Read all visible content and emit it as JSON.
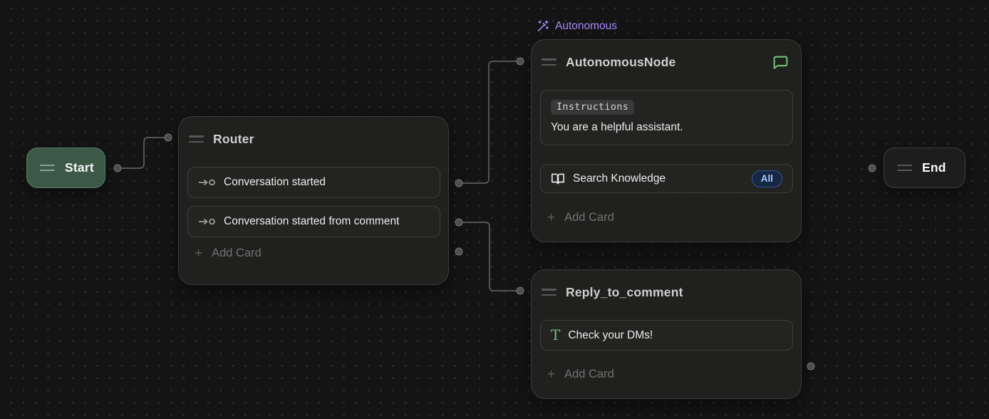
{
  "flow": {
    "autonomous_badge": {
      "label": "Autonomous"
    },
    "start": {
      "label": "Start"
    },
    "router": {
      "title": "Router",
      "cards": [
        {
          "label": "Conversation started"
        },
        {
          "label": "Conversation started from comment"
        }
      ],
      "add_card": "Add Card"
    },
    "autonomous": {
      "title": "AutonomousNode",
      "instructions": {
        "label": "Instructions",
        "value": "You are a helpful assistant."
      },
      "knowledge": {
        "label": "Search Knowledge",
        "badge": "All"
      },
      "add_card": "Add Card"
    },
    "reply": {
      "title": "Reply_to_comment",
      "message": {
        "value": "Check your DMs!"
      },
      "add_card": "Add Card"
    },
    "end": {
      "label": "End"
    }
  },
  "icons": {
    "plus": "+",
    "text_tool": "T"
  },
  "colors": {
    "canvas_bg": "#141414",
    "accent_purple": "#a78bfa",
    "accent_green": "#6fbf73",
    "start_node_green": "#3c5948",
    "badge_blue_bg": "#152743",
    "badge_blue_border": "#34549b",
    "badge_blue_text": "#a9c7ff"
  }
}
